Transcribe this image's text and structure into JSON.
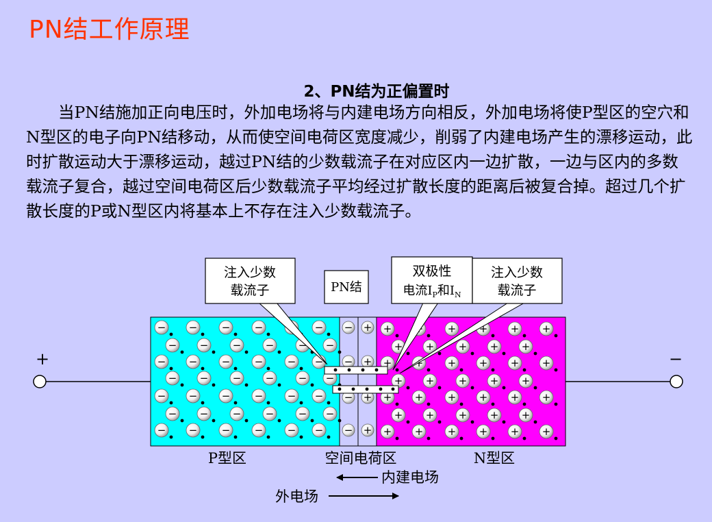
{
  "title": "PN结工作原理",
  "section_heading": "2、PN结为正偏置时",
  "paragraph": "当PN结施加正向电压时，外加电场将与内建电场方向相反，外加电场将使P型区的空穴和N型区的电子向PN结移动，从而使空间电荷区宽度减少，削弱了内建电场产生的漂移运动，此时扩散运动大于漂移运动，越过PN结的少数载流子在对应区内一边扩散，一边与区内的多数载流子复合，越过空间电荷区后少数载流子平均经过扩散长度的距离后被复合掉。超过几个扩散长度的P或N型区内将基本上不存在注入少数载流子。",
  "diagram": {
    "callout_left_line1": "注入少数",
    "callout_left_line2": "载流子",
    "callout_pn": "PN结",
    "callout_current_line1": "双极性",
    "callout_current_line2_a": "电流I",
    "callout_current_sub_p": "P",
    "callout_current_and": "和I",
    "callout_current_sub_n": "N",
    "callout_right_line1": "注入少数",
    "callout_right_line2": "载流子",
    "terminal_plus": "+",
    "terminal_minus": "−",
    "label_p_region": "P型区",
    "label_depletion": "空间电荷区",
    "label_n_region": "N型区",
    "label_builtin_field": "内建电场",
    "label_external_field": "外电场",
    "hole_symbol": "+",
    "electron_symbol": "−",
    "colors": {
      "p_region": "#00ffff",
      "n_region": "#ff00ff",
      "depletion": "#ccccff",
      "title": "#ff3300",
      "background": "#ccccff"
    }
  }
}
